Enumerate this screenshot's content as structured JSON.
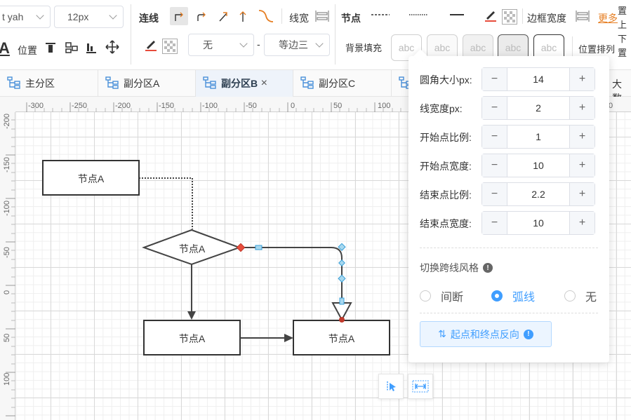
{
  "toolbar": {
    "font_family": "t yah",
    "font_size": "12px",
    "line_label": "连线",
    "line_width_label": "线宽",
    "node_label": "节点",
    "border_width_label": "边框宽度",
    "more_label": "更多",
    "position_label": "位置",
    "fill_none": "无",
    "dash_sep": "-",
    "shape_select": "等边三",
    "bg_fill_label": "背景填充",
    "abc_samples": [
      "abc",
      "abc",
      "abc",
      "abc",
      "abc"
    ],
    "arrange_label": "位置排列",
    "a_glyph": "A",
    "right_cut": [
      "置",
      "上",
      "下",
      "置"
    ],
    "accent_color": "#e67e22"
  },
  "tabs": [
    {
      "label": "主分区",
      "active": false
    },
    {
      "label": "副分区A",
      "active": false
    },
    {
      "label": "副分区B",
      "active": true
    },
    {
      "label": "副分区C",
      "active": false
    }
  ],
  "tab_close": "×",
  "tab_right_cut": "大数",
  "ruler": {
    "x_ticks": [
      "-300",
      "-250",
      "-200",
      "-150",
      "-100",
      "-50",
      "0",
      "50",
      "100"
    ],
    "x_right": "0",
    "y_ticks": [
      "-200",
      "-150",
      "-100",
      "-50",
      "0",
      "50",
      "100"
    ]
  },
  "diagram": {
    "node_top": "节点A",
    "node_diamond": "节点A",
    "node_bottom_left": "节点A",
    "node_bottom_right": "节点A"
  },
  "panel": {
    "rows": [
      {
        "label": "圆角大小px:",
        "value": "14"
      },
      {
        "label": "线宽度px:",
        "value": "2"
      },
      {
        "label": "开始点比例:",
        "value": "1"
      },
      {
        "label": "开始点宽度:",
        "value": "10"
      },
      {
        "label": "结束点比例:",
        "value": "2.2"
      },
      {
        "label": "结束点宽度:",
        "value": "10"
      }
    ],
    "minus": "−",
    "plus": "+",
    "cross_style_title": "切换跨线风格",
    "info_glyph": "!",
    "radio_options": [
      {
        "label": "间断",
        "checked": false
      },
      {
        "label": "弧线",
        "checked": true
      },
      {
        "label": "无",
        "checked": false
      }
    ],
    "reverse_label": "起点和终点反向",
    "reverse_icon": "⇅"
  }
}
